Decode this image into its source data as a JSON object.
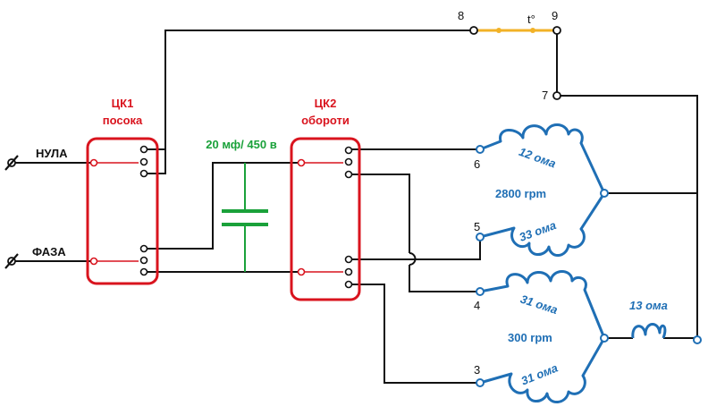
{
  "labels": {
    "ck1_title": "ЦК1",
    "ck1_sub": "посока",
    "ck2_title": "ЦК2",
    "ck2_sub": "обороти",
    "neutral": "НУЛА",
    "phase": "ФАЗА",
    "capacitor": "20 мф/ 450 в",
    "thermal": "t°"
  },
  "terminals": {
    "t8": "8",
    "t9": "9",
    "t7": "7",
    "t6": "6",
    "t5": "5",
    "t4": "4",
    "t3": "3"
  },
  "windings": {
    "w12": "12 ома",
    "w33": "33 ома",
    "w31a": "31 ома",
    "w31b": "31 ома",
    "w13": "13 ома"
  },
  "speeds": {
    "high": "2800 rpm",
    "low": "300 rpm"
  },
  "colors": {
    "switch": "#d9141e",
    "winding": "#1f6fb5",
    "capacitor": "#1aa13a",
    "thermal": "#f2b227",
    "wire": "#111111"
  }
}
